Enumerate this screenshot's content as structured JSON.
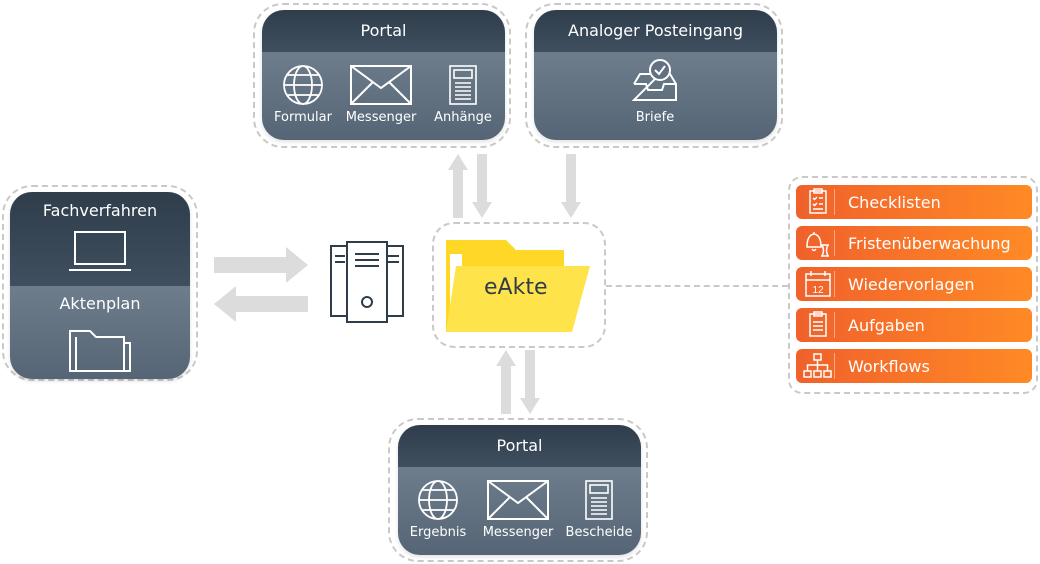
{
  "portal_top": {
    "title": "Portal",
    "items": [
      {
        "label": "Formular",
        "icon": "globe-icon"
      },
      {
        "label": "Messenger",
        "icon": "envelope-icon"
      },
      {
        "label": "Anhänge",
        "icon": "doc-icon"
      }
    ]
  },
  "analog": {
    "title": "Analoger Posteingang",
    "items": [
      {
        "label": "Briefe",
        "icon": "inbox-check-icon"
      }
    ]
  },
  "left_card": {
    "title1": "Fachverfahren",
    "title2": "Aktenplan"
  },
  "center": {
    "label": "eAkte",
    "folder_color": "#ffd726"
  },
  "portal_bottom": {
    "title": "Portal",
    "items": [
      {
        "label": "Ergebnis",
        "icon": "globe-icon"
      },
      {
        "label": "Messenger",
        "icon": "envelope-icon"
      },
      {
        "label": "Bescheide",
        "icon": "doc-icon"
      }
    ]
  },
  "features": [
    {
      "label": "Checklisten",
      "icon": "checklist-icon"
    },
    {
      "label": "Fristenüberwachung",
      "icon": "bell-hourglass-icon"
    },
    {
      "label": "Wiedervorlagen",
      "icon": "calendar-icon",
      "icon_text": "12"
    },
    {
      "label": "Aufgaben",
      "icon": "clipboard-icon"
    },
    {
      "label": "Workflows",
      "icon": "workflow-icon"
    }
  ],
  "colors": {
    "card_dark": "#33414f",
    "card_light": "#617181",
    "accent_orange": "#f26a2a",
    "arrow_gray": "#dcdcdc"
  }
}
